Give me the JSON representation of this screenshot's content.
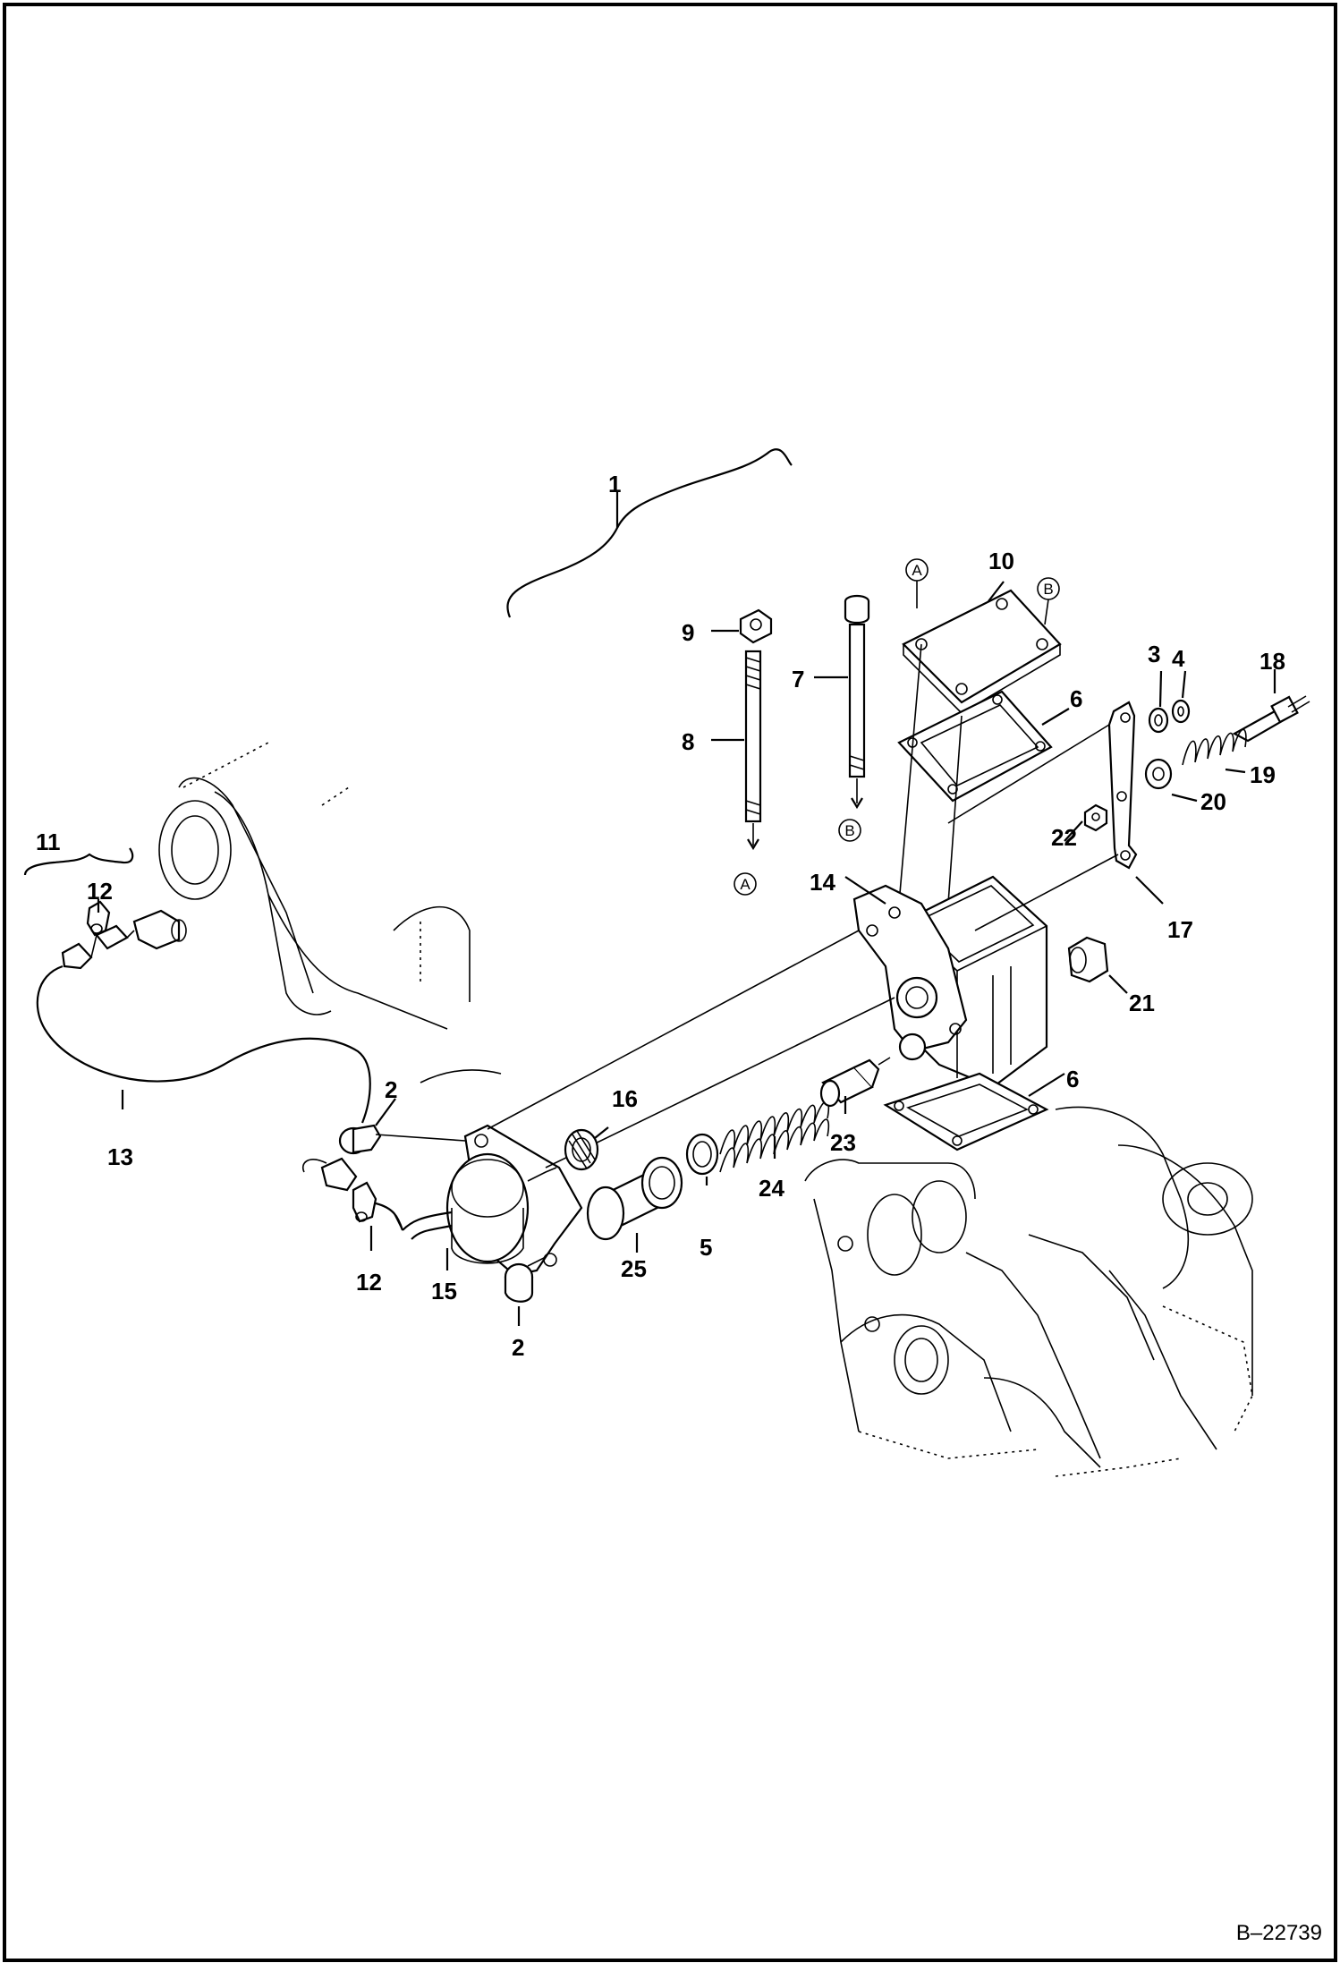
{
  "labels": {
    "l1": "1",
    "l2a": "2",
    "l2b": "2",
    "l3": "3",
    "l4": "4",
    "l5": "5",
    "l6a": "6",
    "l6b": "6",
    "l7": "7",
    "l8": "8",
    "l9": "9",
    "l10": "10",
    "l11": "11",
    "l12a": "12",
    "l12b": "12",
    "l13": "13",
    "l14": "14",
    "l15": "15",
    "l16": "16",
    "l17": "17",
    "l18": "18",
    "l19": "19",
    "l20": "20",
    "l21": "21",
    "l22": "22",
    "l23": "23",
    "l24": "24",
    "l25": "25"
  },
  "markers": {
    "a_top": "A",
    "a_bottom": "A",
    "b_top": "B",
    "b_bottom": "B"
  },
  "reference": "B–22739"
}
